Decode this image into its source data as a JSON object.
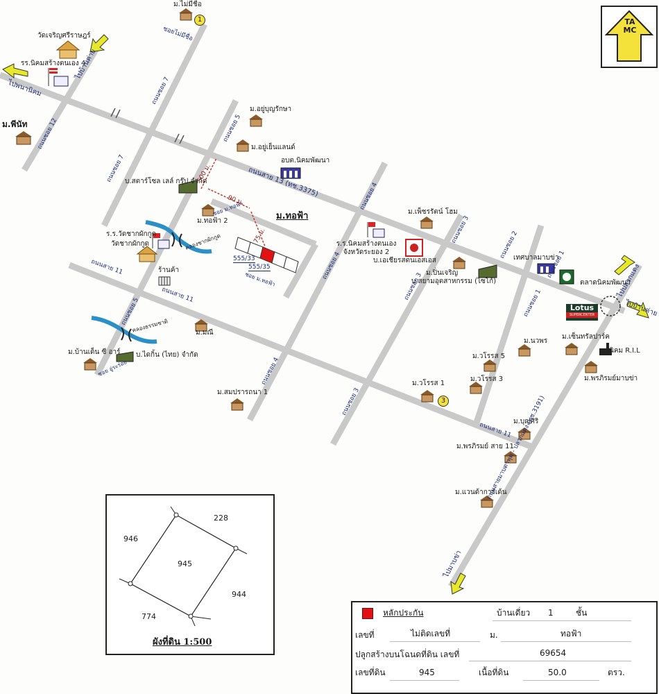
{
  "map": {
    "compass_label": "TAMC",
    "places": {
      "m_mai_mi_chue": "ม.ไม่มีชื่อ",
      "wat_charoen": "วัดเจริญศรีราษฎร์",
      "school_nikhom_4": "รร.นิคมสร้างตนเอง 4",
      "m_phinat": "ม.พีนัท",
      "m_u_bun_raksa": "ม.อยู่บุญรักษา",
      "m_u_yen_land": "ม.อยู่เย็นแลนด์",
      "obt_nikhom": "อบต.นิคมพัฒนา",
      "star_steel": "บ.สตาร์โซล เลล์ กรุ๊ป จำกัด",
      "m_thofa_2": "ม.ทอฟ้า 2",
      "m_thofa": "ม.ทอฟ้า",
      "school_wat_chak": "ร.ร.วัดชากผักกูด",
      "wat_chak": "วัดชากผักกูด",
      "khlong_chak": "คลองชากผักกูด",
      "shop": "ร้านค้า",
      "m_phetcharat": "ม.เพ็ชรรัตน์ โฮม",
      "school_nikhom_2": "ร.ร.นิคมสร้างตนเอง จังหวัดระยอง 2",
      "b_somchai": "บ.เอเชียรสตนเอสเอส",
      "m_pin_charoen": "ม.ปิ่นเจริญ",
      "b_siam": "บ.สยามอุตสาหกรรม (ไซโก้)",
      "tessaban": "เทศบาลมาบข่า",
      "market": "ตลาดนิคมพัฒนา",
      "lotus": "Lotus",
      "lotus_sub": "SUPERCENTER",
      "m_mani": "ม.มณี",
      "khlong_tharn": "คลองธรรมชาติ",
      "m_banden": "ม.บ้านเด็น ซี อาร์",
      "b_daikin": "บ.ไดกิ้น (ไทย) จำกัด",
      "m_sompratthana": "ม.สมปรารถนา 1",
      "m_worarot_5": "ม.วโรรส 5",
      "m_worarot_3": "ม.วโรรส 3",
      "m_worarot_1": "ม.วโรรส 1",
      "m_nawaporn": "ม.นวพร",
      "m_central_park": "ม.เซ็นทรัลปาร์ค",
      "nikhom_ril": "นิคม R.I.L",
      "m_porn_phirom_mabkha": "ม.พรภิรมย์มาบข่า",
      "m_bunsiri": "ม.บุญศิริ",
      "m_porn_phirom_11": "ม.พรภิรมย์ สาย 11",
      "m_vanda": "ม.แวนด้าการ์เด้น"
    },
    "circle_numbers": {
      "one": "1",
      "three": "3"
    },
    "directions": {
      "to_phanat": "ไปพนานิคม",
      "to_ban_khai": "ไปบ้านค่าย",
      "to_pluak_daeng": "ไปปลวกแดง",
      "to_ban_khai_2": "ไปบ้านค่าย",
      "to_mabkha": "ไปมาบข่า"
    },
    "roads": {
      "road_13": "ถนนสาย 13 (ทช.3375)",
      "road_11_a": "ถนนสาย 11",
      "road_11_b": "ถนนสาย 11",
      "road_11_c": "ถนนสาย 11",
      "road_mabkha": "ถนนสายมาบตาพุด - ปลวกแดง (ทช.3191)",
      "soi_12": "ถนนซอย 12",
      "soi_7_a": "ถนนซอย 7",
      "soi_7_b": "ถนนซอย 7",
      "soi_5_a": "ถนนซอย 5",
      "soi_5_b": "ถนนซอย 5",
      "soi_4_a": "ถนนซอย 4",
      "soi_4_b": "ถนนซอย 4",
      "soi_4_c": "ถนนซอย 4",
      "soi_3_a": "ถนนซอย 3",
      "soi_3_b": "ถนนซอย 3",
      "soi_3_c": "ถนนซอย 3",
      "soi_2": "ถนนซอย 2",
      "soi_1_a": "ถนนซอย 1",
      "soi_1_b": "ถนนซอย 1",
      "soi_mai_mi_chue": "ซอยไม่มีชื่อ",
      "soi_thofa_a": "ซอย ม.ทอฟ้า",
      "soi_thofa_b": "ซอย ม.ทอฟ้า",
      "soi_u_sakorn": "ซอย อู่ระร่อย"
    },
    "distances": {
      "d500": "500 ม.",
      "d90": "90 ม.",
      "d75": "75 ม."
    },
    "lot_nums": {
      "a": "555/33",
      "b": "555/35"
    },
    "colors": {
      "road": "#c9c9c9",
      "water": "#2b8fc8",
      "collateral": "#e21212",
      "arrow": "#e8e82a",
      "distance": "#c0392b"
    }
  },
  "plot": {
    "title": "ผังที่ดิน 1:500",
    "center": "945",
    "neighbors": {
      "n": "228",
      "w": "946",
      "e": "944",
      "s": "774"
    }
  },
  "info": {
    "collateral_label": "หลักประกัน",
    "house_type": "บ้านเดี่ยว",
    "floors": "1",
    "floors_unit": "ชั้น",
    "number_label": "เลขที่",
    "number_value": "ไม่ติดเลขที่",
    "village_label": "ม.",
    "village_value": "ทอฟ้า",
    "deed_label": "ปลูกสร้างบนโฉนดที่ดิน เลขที่",
    "deed_value": "69654",
    "land_no_label": "เลขที่ดิน",
    "land_no_value": "945",
    "area_label": "เนื้อที่ดิน",
    "area_value": "50.0",
    "area_unit": "ตรว."
  }
}
